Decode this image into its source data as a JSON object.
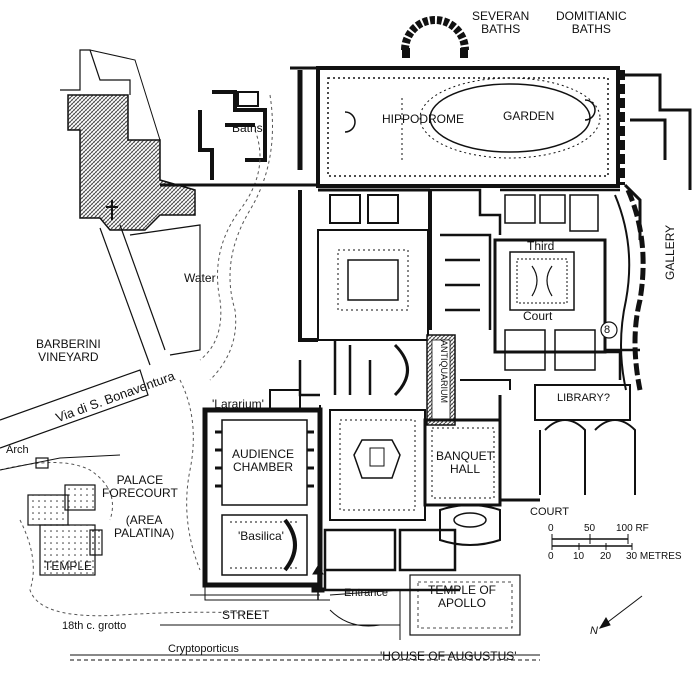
{
  "labels": {
    "severan_baths": "SEVERAN BATHS",
    "severan_line1": "SEVERAN",
    "severan_line2": "BATHS",
    "domitianic_line1": "DOMITIANIC",
    "domitianic_line2": "BATHS",
    "hippodrome": "HIPPODROME",
    "garden": "GARDEN",
    "baths": "Baths",
    "water": "Water",
    "third": "Third",
    "court_upper": "Court",
    "gallery": "GALLERY",
    "antiquarium": "ANTIQUARIUM",
    "barberini_line1": "BARBERINI",
    "barberini_line2": "VINEYARD",
    "via": "Via di S. Bonaventura",
    "lararium": "'Lararium'",
    "library": "LIBRARY?",
    "arch": "Arch",
    "audience_line1": "AUDIENCE",
    "audience_line2": "CHAMBER",
    "banquet_line1": "BANQUET",
    "banquet_line2": "HALL",
    "palace_line1": "PALACE",
    "palace_line2": "FORECOURT",
    "area_line1": "(AREA",
    "area_line2": "PALATINA)",
    "basilica": "'Basilica'",
    "court_lower": "COURT",
    "temple": "TEMPLE",
    "temple_apollo_line1": "TEMPLE OF",
    "temple_apollo_line2": "APOLLO",
    "entrance": "Entrance",
    "street": "STREET",
    "grotto": "18th c. grotto",
    "cryptoporticus": "Cryptoporticus",
    "house_augustus": "'HOUSE OF AUGUSTUS'",
    "number_8": "8",
    "north": "N"
  },
  "scale": {
    "feet_ticks": [
      "0",
      "50",
      "100 RF"
    ],
    "metre_ticks": [
      "0",
      "10",
      "20",
      "30 METRES"
    ]
  }
}
